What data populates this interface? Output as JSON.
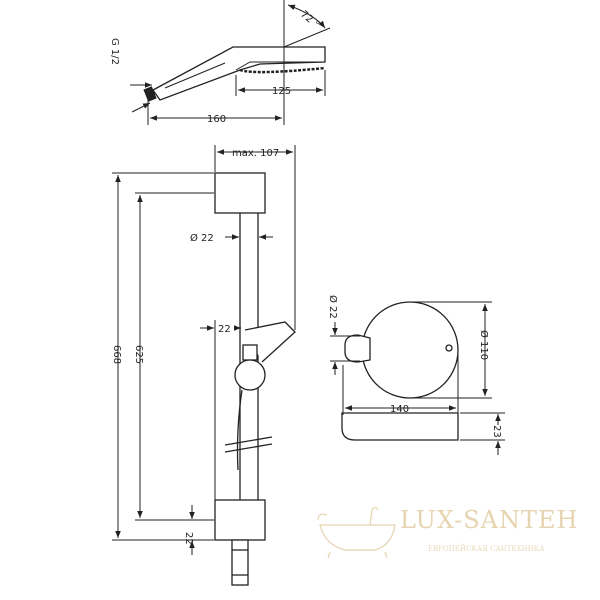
{
  "dimensions": {
    "thread": "G 1/2",
    "angle": "72 °",
    "head_length": "125",
    "shower_length": "160",
    "max_projection": "max. 107",
    "rail_diameter": "Ø 22",
    "holder_offset": "22",
    "total_height": "668",
    "bracket_spacing": "625",
    "bottom_offset": "22",
    "soap_rail_diameter": "Ø 22",
    "soap_diameter": "Ø 110",
    "soap_width": "140",
    "soap_height": "23"
  },
  "watermark": {
    "brand": "LUX-SANTEH",
    "tagline": "ЕВРОПЕЙСКАЯ САНТЕХНИКА"
  },
  "colors": {
    "line": "#222222",
    "watermark": "#e6d4b0"
  }
}
